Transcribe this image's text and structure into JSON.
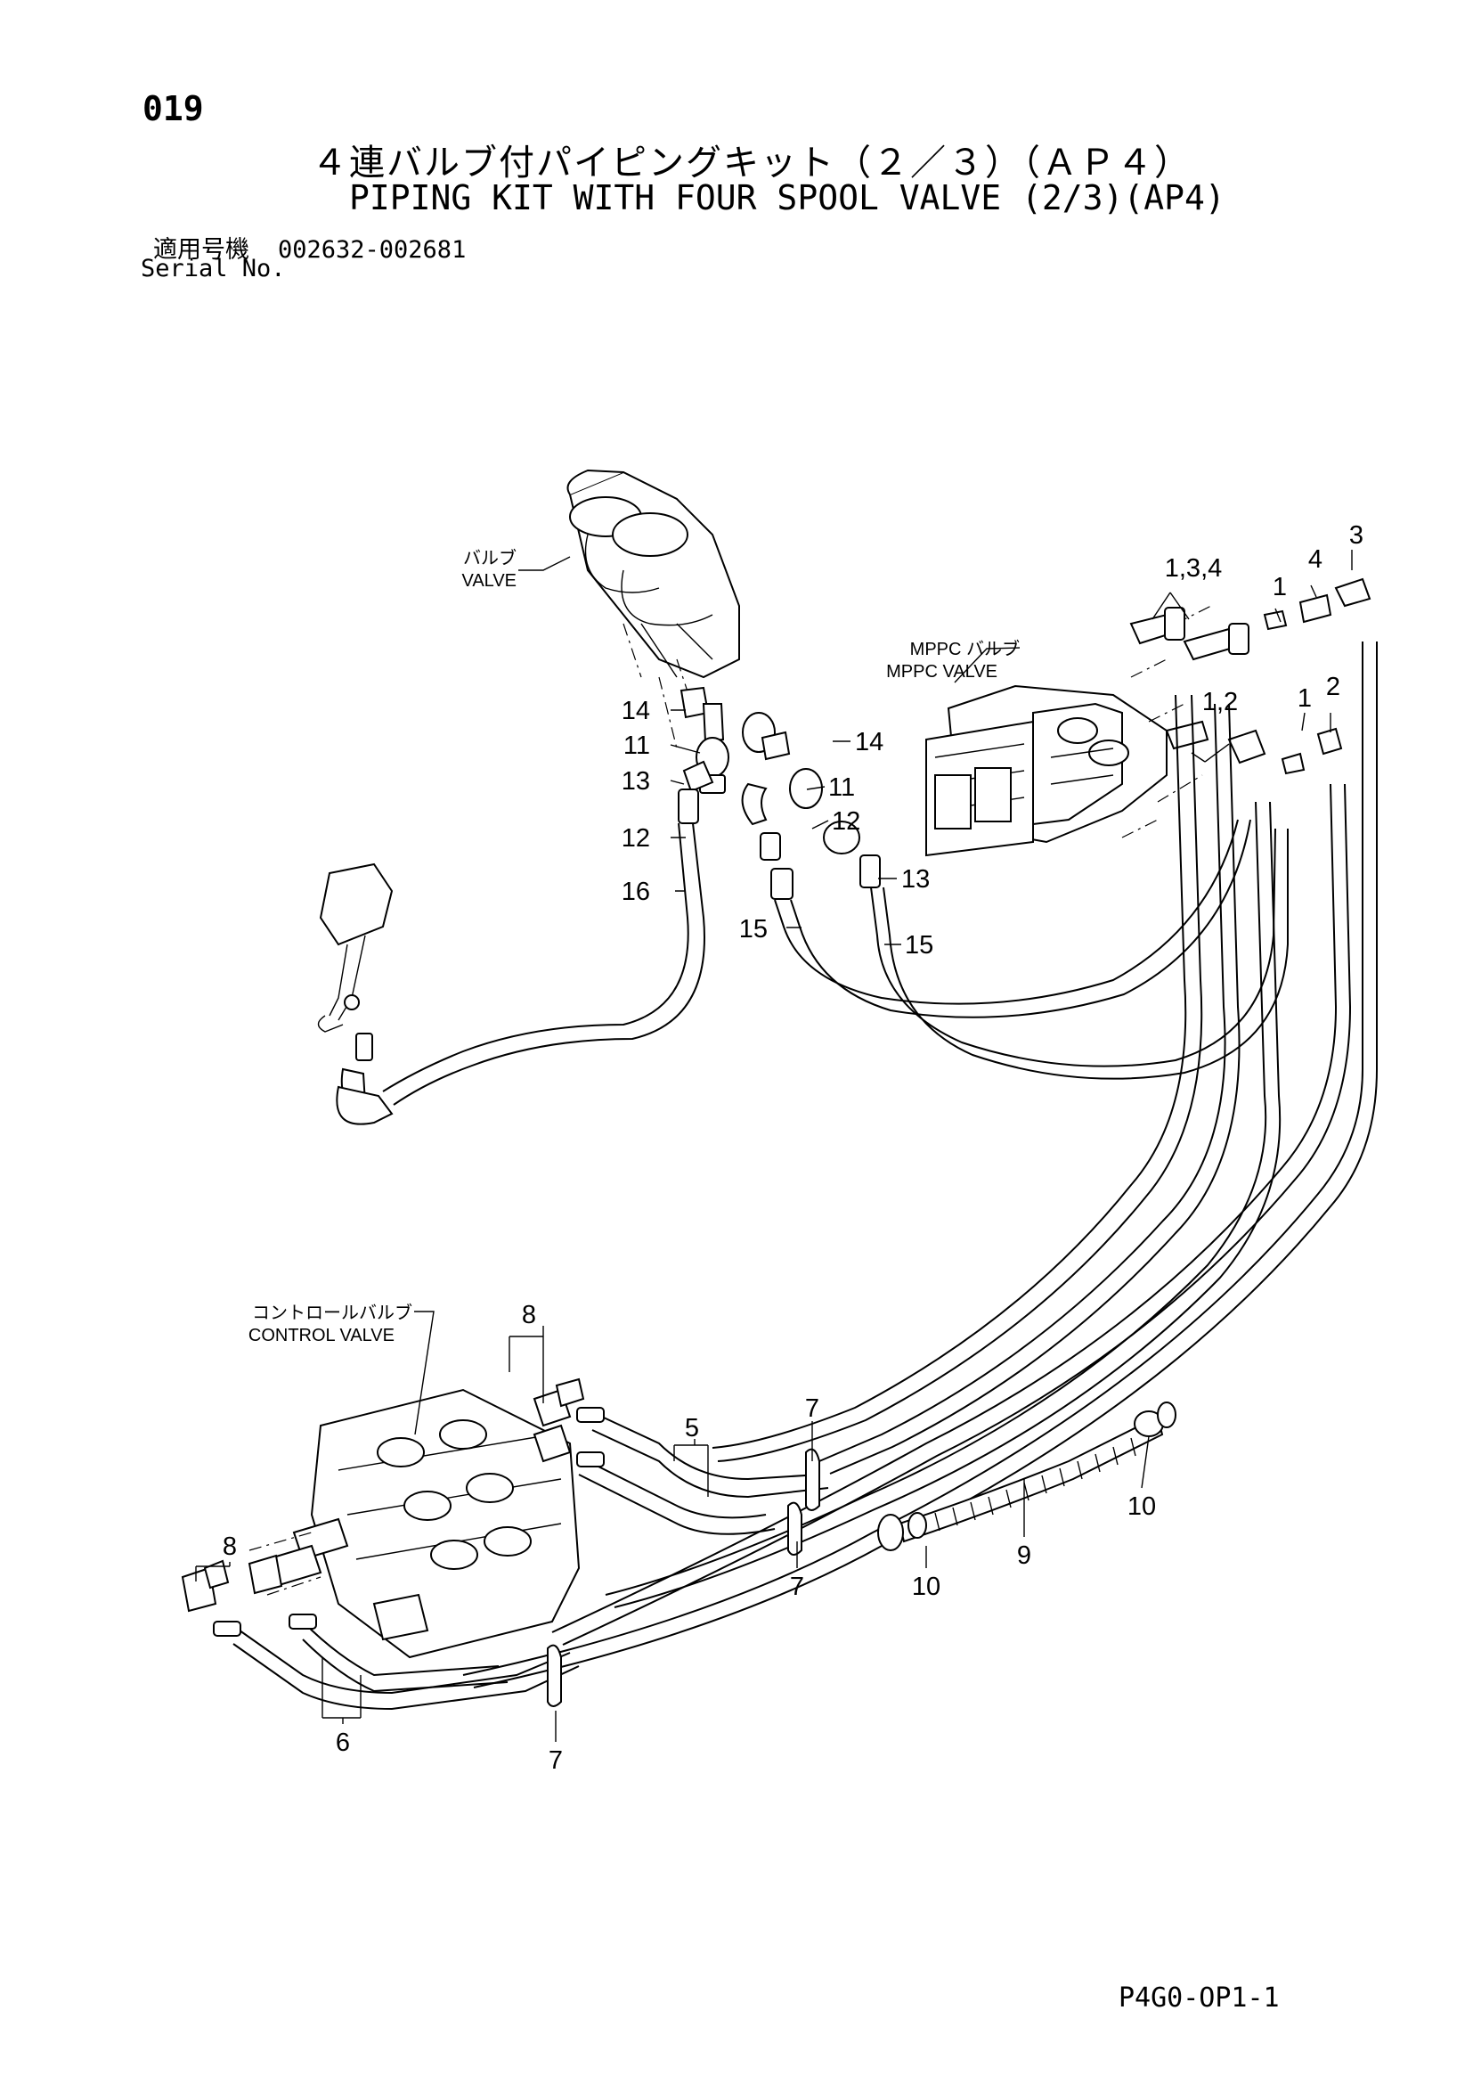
{
  "header": {
    "page_number": "019",
    "title_jp": "４連バルブ付パイピングキット（２／３）（ＡＰ４）",
    "title_en": "PIPING KIT WITH FOUR SPOOL VALVE (2/3)(AP4)",
    "serial_label_jp": "適用号機",
    "serial_range": "002632-002681",
    "serial_label_en": "Serial No."
  },
  "labels": {
    "valve_jp": "バルブ",
    "valve_en": "VALVE",
    "mppc_jp": "MPPC バルブ",
    "mppc_en": "MPPC VALVE",
    "control_jp": "コントロールバルブ",
    "control_en": "CONTROL VALVE"
  },
  "callouts": {
    "c1a": "1",
    "c1b": "1",
    "c134": "1,3,4",
    "c12": "1,2",
    "c2": "2",
    "c3": "3",
    "c4": "4",
    "c5": "5",
    "c6": "6",
    "c7a": "7",
    "c7b": "7",
    "c7c": "7",
    "c8a": "8",
    "c8b": "8",
    "c9": "9",
    "c10a": "10",
    "c10b": "10",
    "c11a": "11",
    "c11b": "11",
    "c12a": "12",
    "c12b": "12",
    "c13a": "13",
    "c13b": "13",
    "c14a": "14",
    "c14b": "14",
    "c15a": "15",
    "c15b": "15",
    "c16": "16"
  },
  "footer": {
    "drawing_code": "P4G0-OP1-1"
  }
}
